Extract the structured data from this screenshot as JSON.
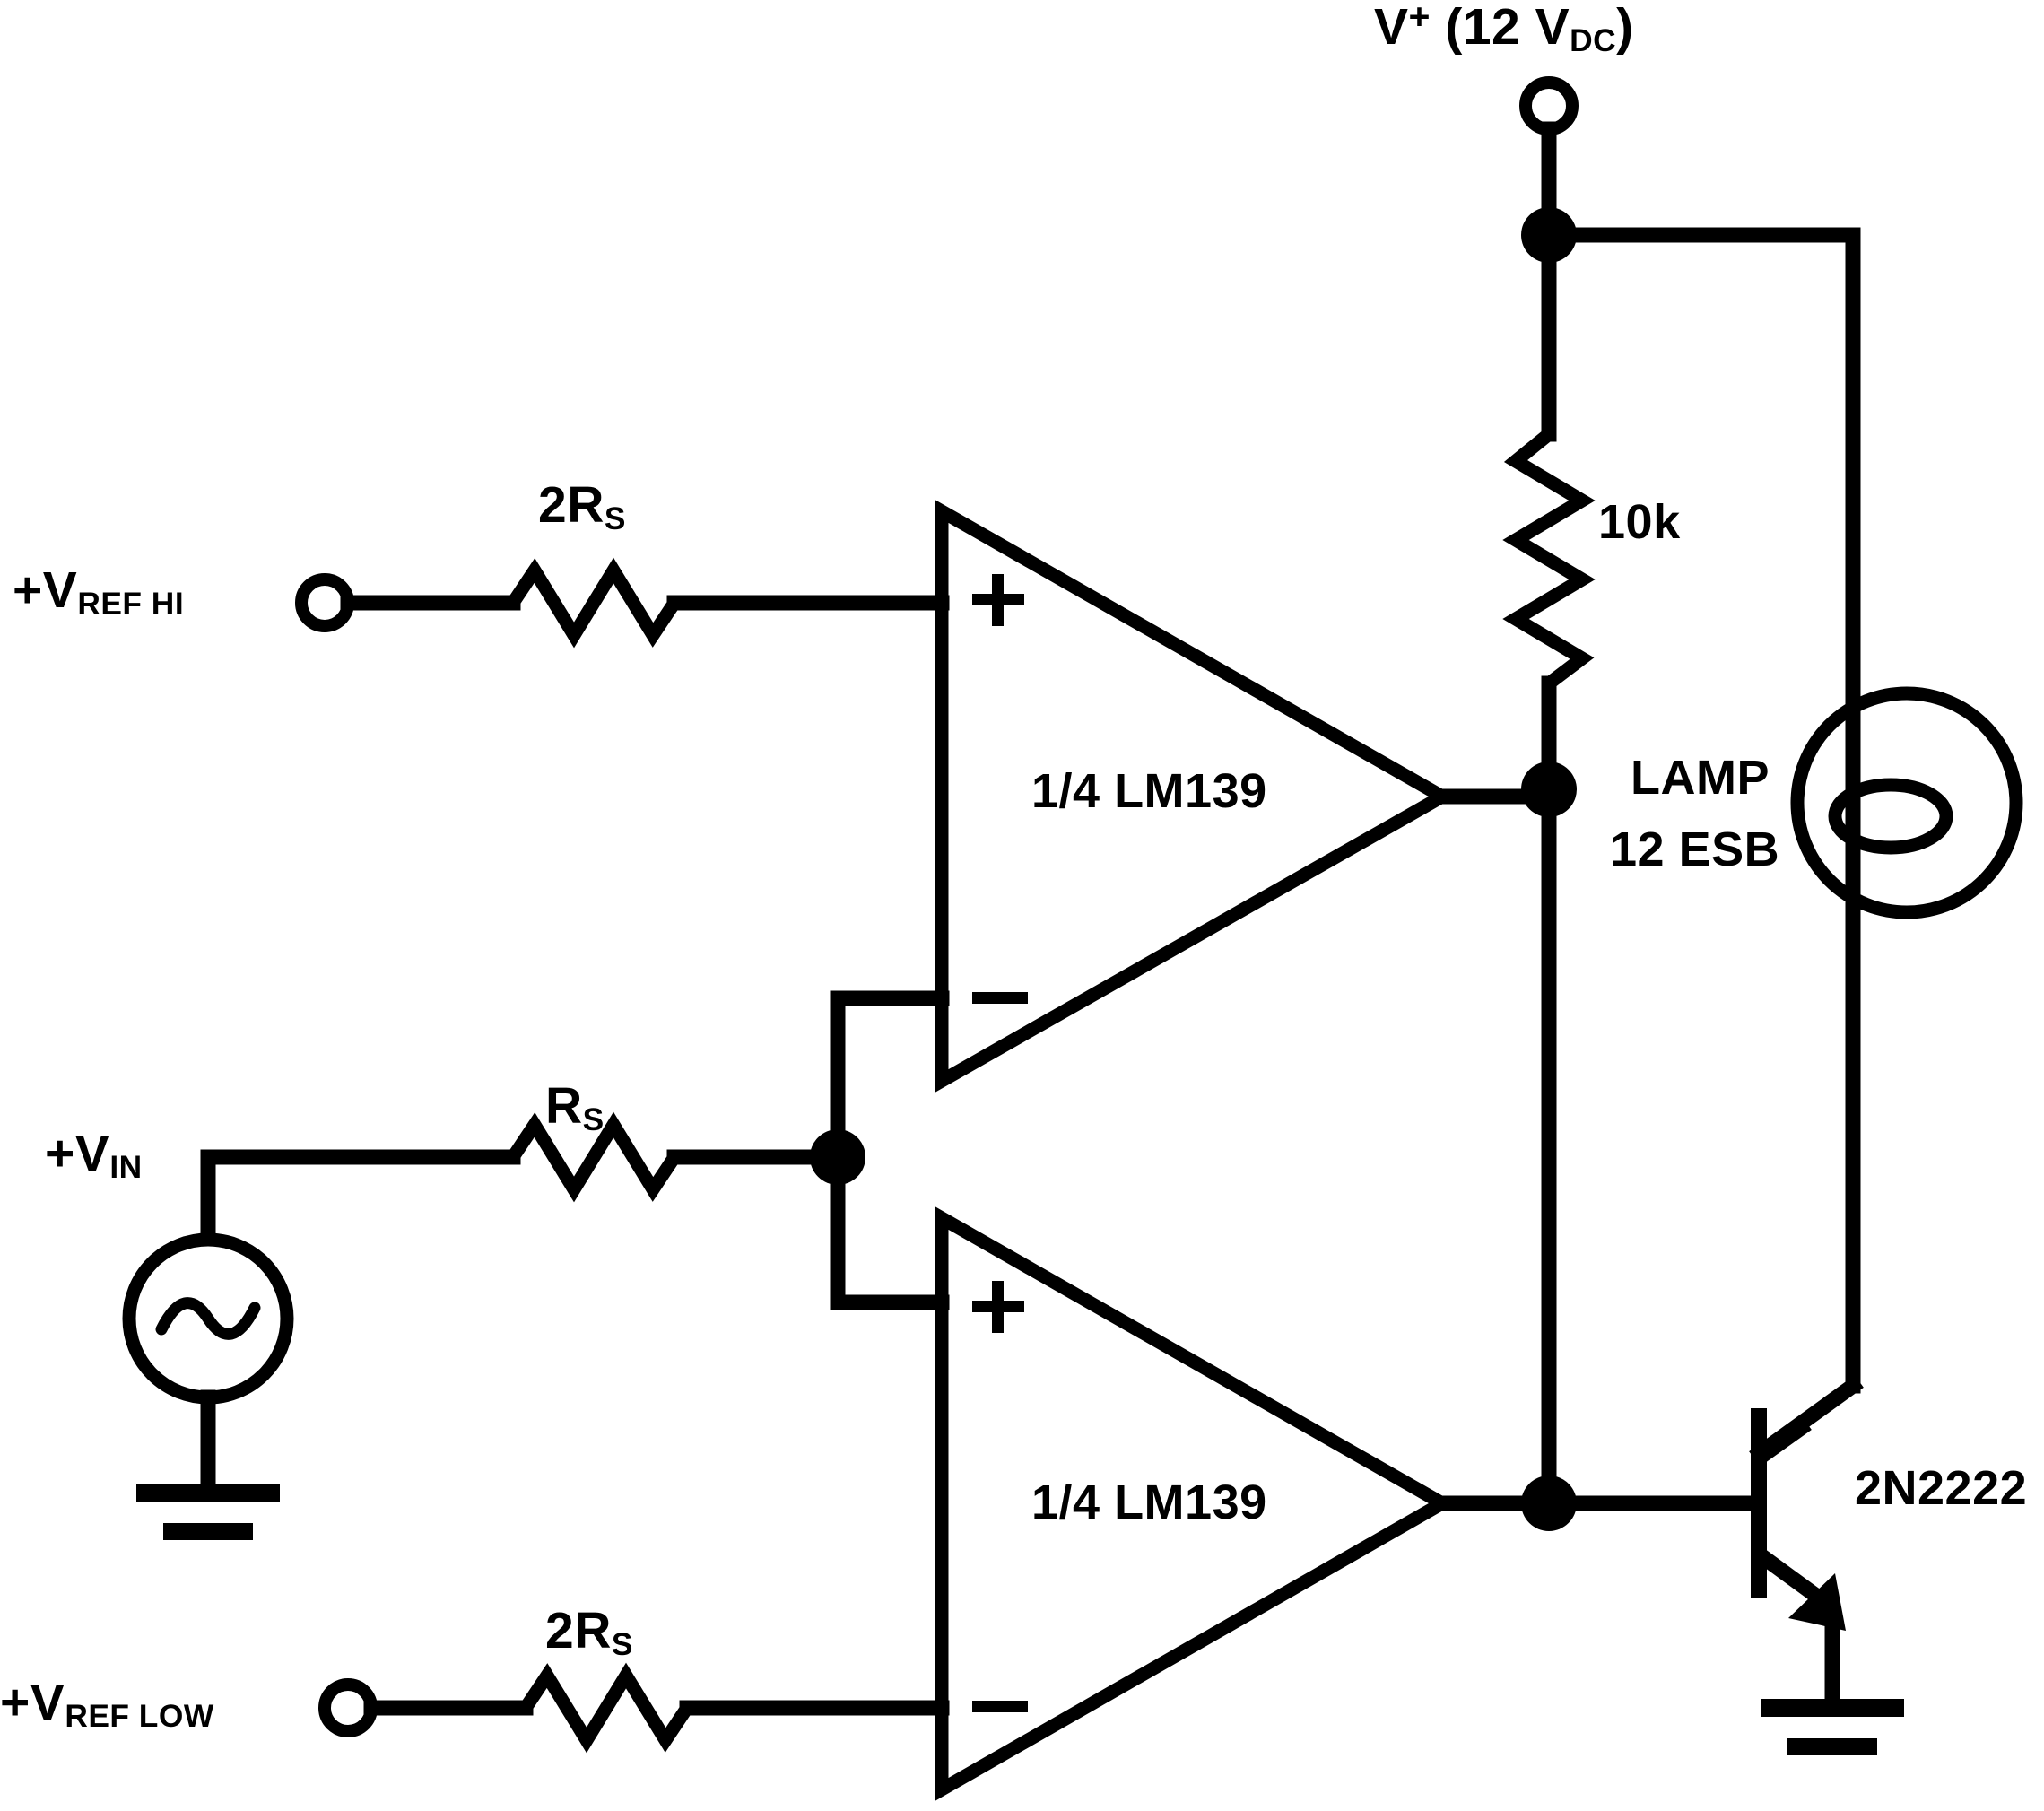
{
  "diagram": {
    "title": "LM139 window comparator driving lamp via 2N2222",
    "ink_color": "#000000",
    "background_color": "#ffffff"
  },
  "labels": {
    "supply": {
      "prefix": "V",
      "sign": "+",
      "value": "(12 V",
      "subscript": "DC",
      "suffix": ")"
    },
    "ref_hi": {
      "sign": "+",
      "main": "V",
      "subscript": "REF HI"
    },
    "ref_low": {
      "sign": "+",
      "main": "V",
      "subscript": "REF LOW"
    },
    "v_in": {
      "sign": "+",
      "main": "V",
      "subscript": "IN"
    }
  },
  "components": [
    {
      "id": "r-2rs-top",
      "type": "resistor",
      "value": "2R",
      "subscript": "S",
      "orientation": "horizontal"
    },
    {
      "id": "r-rs",
      "type": "resistor",
      "value": "R",
      "subscript": "S",
      "orientation": "horizontal"
    },
    {
      "id": "r-2rs-bot",
      "type": "resistor",
      "value": "2R",
      "subscript": "S",
      "orientation": "horizontal"
    },
    {
      "id": "r-10k",
      "type": "resistor",
      "value": "10k",
      "subscript": "",
      "orientation": "vertical"
    },
    {
      "id": "u1-top",
      "type": "comparator",
      "label": "1/4 LM139",
      "plus_pin": "top",
      "minus_pin": "bottom"
    },
    {
      "id": "u1-bot",
      "type": "comparator",
      "label": "1/4 LM139",
      "plus_pin": "top",
      "minus_pin": "bottom"
    },
    {
      "id": "lamp",
      "type": "lamp",
      "line1": "LAMP",
      "line2": "12 ESB"
    },
    {
      "id": "q1",
      "type": "transistor-npn",
      "label": "2N2222"
    },
    {
      "id": "v-src",
      "type": "ac-source",
      "symbol": "sine"
    }
  ],
  "terminals": [
    {
      "id": "term-vplus",
      "name": "supply-terminal"
    },
    {
      "id": "term-refhi",
      "name": "ref-hi-terminal"
    },
    {
      "id": "term-reflow",
      "name": "ref-low-terminal"
    }
  ],
  "grounds": [
    {
      "id": "gnd-src",
      "name": "source-ground"
    },
    {
      "id": "gnd-q1",
      "name": "emitter-ground"
    }
  ],
  "pin_marks": {
    "plus": "+",
    "minus": "−"
  },
  "text": {
    "v_plus_full": "V+ (12 VDC)",
    "v_ref_hi": "+VREF HI",
    "v_ref_low": "+VREF LOW",
    "v_in": "+VIN",
    "res_2rs": "2RS",
    "res_rs": "RS",
    "res_10k": "10k",
    "comparator_label": "1/4 LM139",
    "lamp_line1": "LAMP",
    "lamp_line2": "12 ESB",
    "transistor_label": "2N2222",
    "plus_sign": "+",
    "minus_sign": "−",
    "v_letter": "V",
    "plus_superscript": "+",
    "supply_value": "(12 V",
    "dc_subscript": "DC",
    "paren_close": ")",
    "sub_refhi": "REF HI",
    "sub_reflow": "REF LOW",
    "sub_in": "IN",
    "sub_s": "S",
    "num_2": "2",
    "letter_R": "R"
  }
}
